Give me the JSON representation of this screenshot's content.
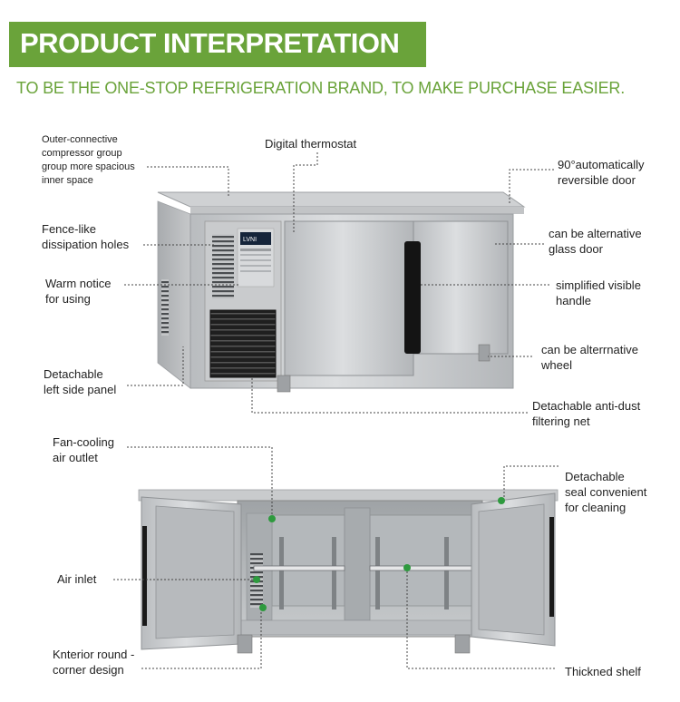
{
  "header": {
    "title": "PRODUCT INTERPRETATION",
    "subtitle": "TO BE THE ONE-STOP REFRIGERATION BRAND, TO MAKE PURCHASE EASIER."
  },
  "colors": {
    "accent": "#6aa33a",
    "dot": "#2e9a3e"
  },
  "top_diagram": {
    "brand_logo": "LVNI",
    "labels": {
      "outer_connective": "Outer-connective\ncompressor group\ngroup more spacious\ninner space",
      "digital_thermostat": "Digital thermostat",
      "reversible_door": "90°automatically\nreversible door",
      "fence_holes": "Fence-like\ndissipation holes",
      "glass_door": "can be alternative\nglass door",
      "warm_notice": "Warm notice\nfor using",
      "visible_handle": "simplified visible\nhandle",
      "wheel": "can be alterrnative\nwheel",
      "left_panel": "Detachable\nleft side panel",
      "filtering_net": "Detachable anti-dust\nfiltering net"
    }
  },
  "bottom_diagram": {
    "labels": {
      "fan_outlet": "Fan-cooling\nair outlet",
      "seal": "Detachable\nseal convenient\nfor cleaning",
      "air_inlet": "Air inlet",
      "round_corner": "Knterior round -\ncorner design",
      "shelf": "Thickned shelf"
    }
  }
}
